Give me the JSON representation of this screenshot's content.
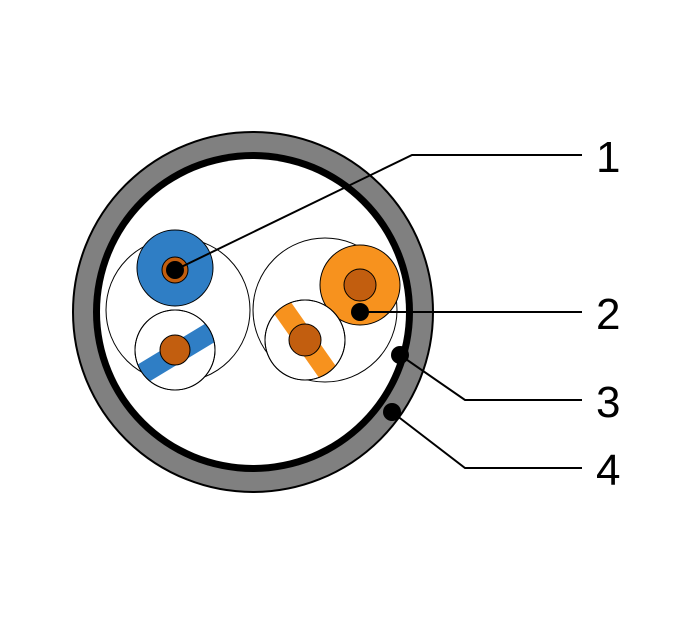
{
  "diagram": {
    "callouts": [
      {
        "label": "1",
        "part": "conductor"
      },
      {
        "label": "2",
        "part": "insulation"
      },
      {
        "label": "3",
        "part": "foil-shield"
      },
      {
        "label": "4",
        "part": "outer-jacket"
      }
    ]
  },
  "colors": {
    "jacket": "#808080",
    "shield": "#000000",
    "blue_insulation": "#2f7ec5",
    "orange_insulation": "#f7921e",
    "copper_core": "#c25e0f",
    "stripe_blue": "#2f7ec5",
    "stripe_orange": "#f7921e",
    "line": "#000000"
  }
}
